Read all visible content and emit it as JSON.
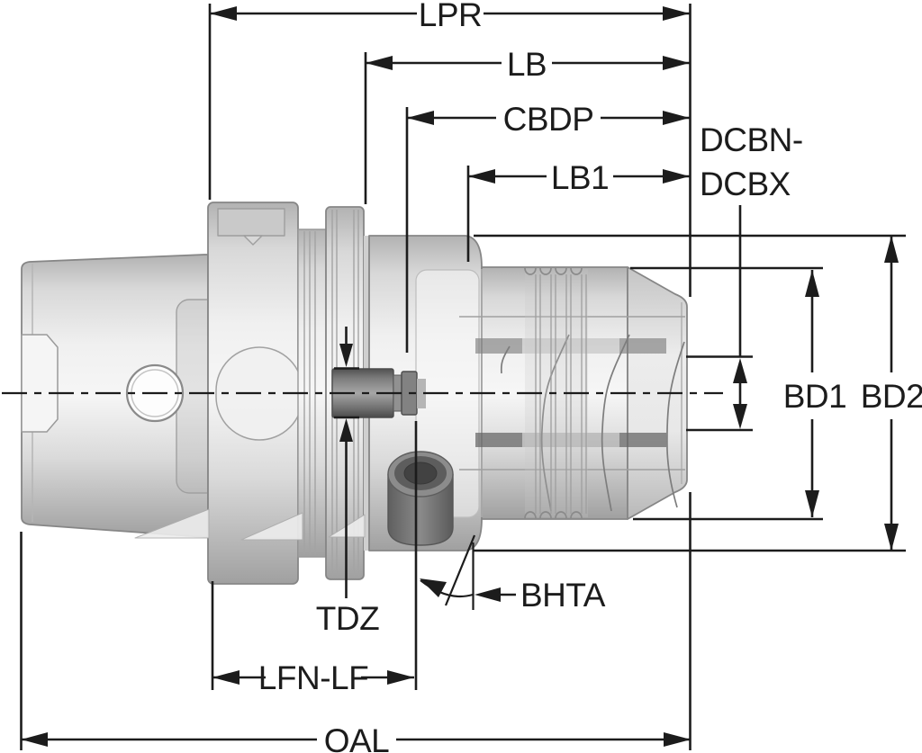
{
  "drawing": {
    "description": "Tool holder (hydraulic chuck with hollow taper shank) dimensional line drawing, side view with centerline",
    "labels": {
      "lpr": "LPR",
      "lb": "LB",
      "cbdp": "CBDP",
      "dcbn": "DCBN-",
      "dcbx": "DCBX",
      "lb1": "LB1",
      "bd1": "BD1",
      "bd2": "BD2",
      "tdz": "TDZ",
      "bhta": "BHTA",
      "lfn_lf": "LFN-LF",
      "oal": "OAL"
    },
    "colors": {
      "dimension_line": "#1c1c1c",
      "part_edge": "#868686",
      "metal_light": "#f5f5f5",
      "metal_dark": "#a2a2a2",
      "dark_component": "#5d5d5d",
      "background": "#ffffff"
    }
  }
}
